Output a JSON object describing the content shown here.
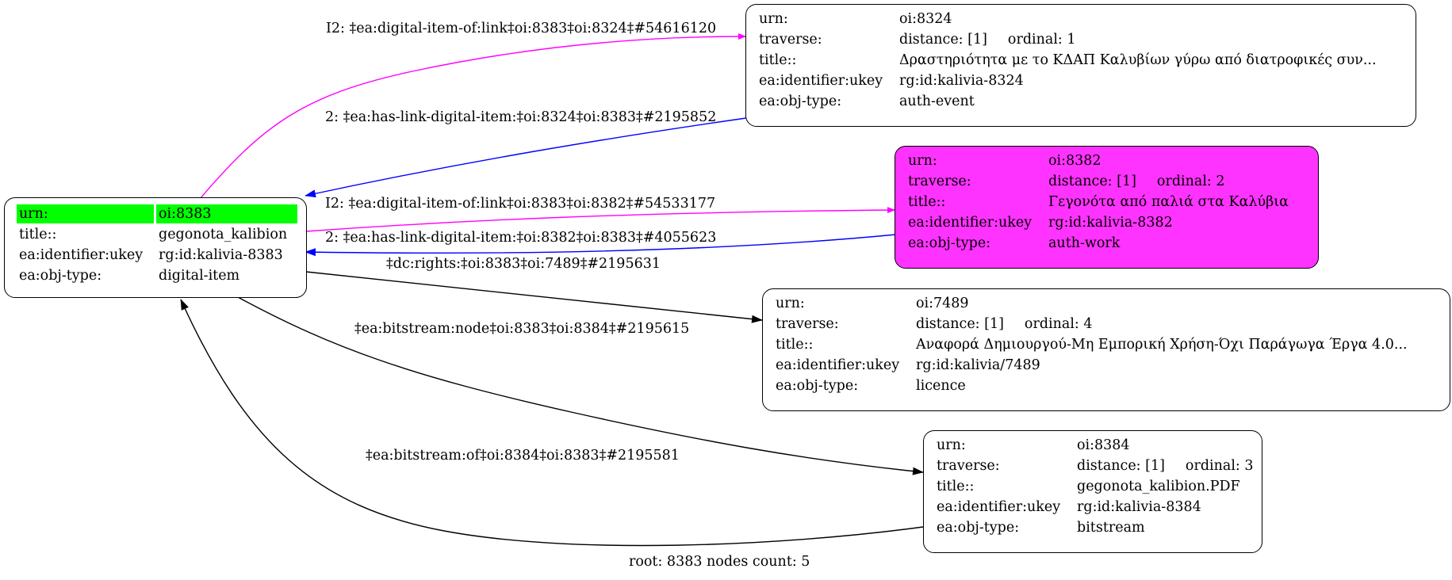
{
  "graph": {
    "root": "8383",
    "nodes_count": "5",
    "footer": "root: 8383 nodes count: 5",
    "colors": {
      "root_highlight": "#00ff00",
      "auth_work_fill": "#ff33ff",
      "magenta_edge": "#ff00ff",
      "blue_edge": "#0000ff",
      "black_edge": "#000000"
    },
    "nodes": {
      "n8383": {
        "rows": [
          {
            "key": "urn:",
            "value": "oi:8383"
          },
          {
            "key": "title::",
            "value": "gegonota_kalibion"
          },
          {
            "key": "ea:identifier:ukey",
            "value": "rg:id:kalivia-8383"
          },
          {
            "key": "ea:obj-type:",
            "value": "digital-item"
          }
        ]
      },
      "n8324": {
        "rows": [
          {
            "key": "urn:",
            "value": "oi:8324"
          },
          {
            "key": "traverse:",
            "distance": "distance: [1]",
            "ordinal": "ordinal: 1"
          },
          {
            "key": "title::",
            "value": "Δραστηριότητα με το ΚΔΑΠ Καλυβίων γύρω από διατροφικές συν..."
          },
          {
            "key": "ea:identifier:ukey",
            "value": "rg:id:kalivia-8324"
          },
          {
            "key": "ea:obj-type:",
            "value": "auth-event"
          }
        ]
      },
      "n8382": {
        "rows": [
          {
            "key": "urn:",
            "value": "oi:8382"
          },
          {
            "key": "traverse:",
            "distance": "distance: [1]",
            "ordinal": "ordinal: 2"
          },
          {
            "key": "title::",
            "value": "Γεγονότα από παλιά στα Καλύβια"
          },
          {
            "key": "ea:identifier:ukey",
            "value": "rg:id:kalivia-8382"
          },
          {
            "key": "ea:obj-type:",
            "value": "auth-work"
          }
        ]
      },
      "n7489": {
        "rows": [
          {
            "key": "urn:",
            "value": "oi:7489"
          },
          {
            "key": "traverse:",
            "distance": "distance: [1]",
            "ordinal": "ordinal: 4"
          },
          {
            "key": "title::",
            "value": "Αναφορά Δημιουργού-Μη Εμπορική Χρήση-Όχι Παράγωγα Έργα 4.0..."
          },
          {
            "key": "ea:identifier:ukey",
            "value": "rg:id:kalivia/7489"
          },
          {
            "key": "ea:obj-type:",
            "value": "licence"
          }
        ]
      },
      "n8384": {
        "rows": [
          {
            "key": "urn:",
            "value": "oi:8384"
          },
          {
            "key": "traverse:",
            "distance": "distance: [1]",
            "ordinal": "ordinal: 3"
          },
          {
            "key": "title::",
            "value": "gegonota_kalibion.PDF"
          },
          {
            "key": "ea:identifier:ukey",
            "value": "rg:id:kalivia-8384"
          },
          {
            "key": "ea:obj-type:",
            "value": "bitstream"
          }
        ]
      }
    },
    "edges": [
      {
        "id": "e1",
        "from": "oi:8383",
        "to": "oi:8324",
        "color": "magenta",
        "label": "I2: ‡ea:digital-item-of:link‡oi:8383‡oi:8324‡#54616120"
      },
      {
        "id": "e2",
        "from": "oi:8324",
        "to": "oi:8383",
        "color": "blue",
        "label": "2: ‡ea:has-link-digital-item:‡oi:8324‡oi:8383‡#2195852"
      },
      {
        "id": "e3",
        "from": "oi:8383",
        "to": "oi:8382",
        "color": "magenta",
        "label": "I2: ‡ea:digital-item-of:link‡oi:8383‡oi:8382‡#54533177"
      },
      {
        "id": "e4",
        "from": "oi:8382",
        "to": "oi:8383",
        "color": "blue",
        "label": "2: ‡ea:has-link-digital-item:‡oi:8382‡oi:8383‡#4055623"
      },
      {
        "id": "e5",
        "from": "oi:8383",
        "to": "oi:7489",
        "color": "black",
        "label": "‡dc:rights:‡oi:8383‡oi:7489‡#2195631"
      },
      {
        "id": "e6",
        "from": "oi:8383",
        "to": "oi:8384",
        "color": "black",
        "label": "‡ea:bitstream:node‡oi:8383‡oi:8384‡#2195615"
      },
      {
        "id": "e7",
        "from": "oi:8384",
        "to": "oi:8383",
        "color": "black",
        "label": "‡ea:bitstream:of‡oi:8384‡oi:8383‡#2195581"
      }
    ]
  }
}
